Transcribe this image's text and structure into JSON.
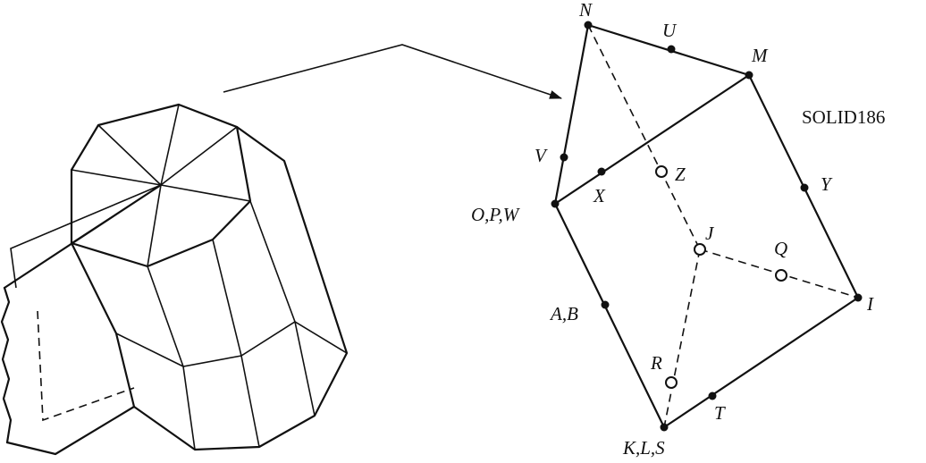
{
  "element_name": "SOLID186",
  "labels": {
    "N": "N",
    "U": "U",
    "M": "M",
    "V": "V",
    "Z": "Z",
    "X": "X",
    "Y": "Y",
    "OPW": "O,P,W",
    "J": "J",
    "Q": "Q",
    "I": "I",
    "AB": "A,B",
    "R": "R",
    "T": "T",
    "KLS": "K,L,S"
  }
}
